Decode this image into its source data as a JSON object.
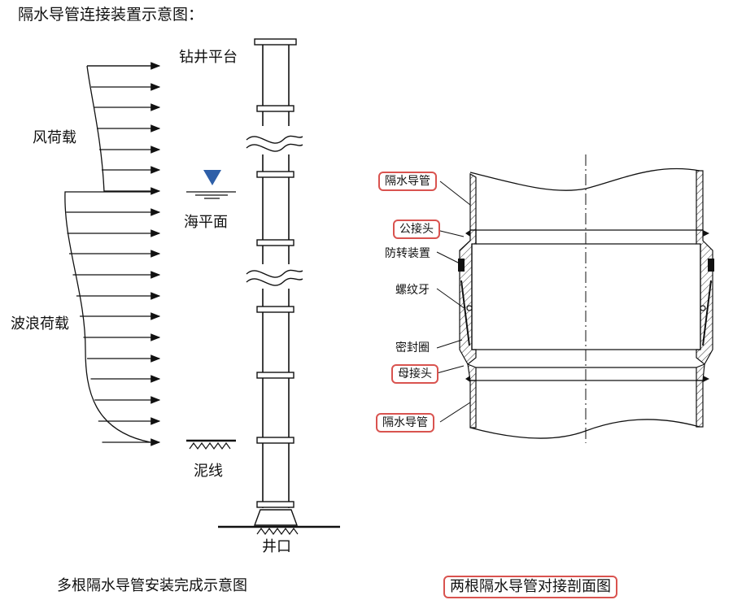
{
  "title": "隔水导管连接装置示意图：",
  "left": {
    "platform": "钻井平台",
    "wind_load": "风荷载",
    "sea_level": "海平面",
    "wave_load": "波浪荷载",
    "mudline": "泥线",
    "wellhead": "井口",
    "caption": "多根隔水导管安装完成示意图"
  },
  "right": {
    "riser_top": "隔水导管",
    "male_joint": "公接头",
    "anti_rotation": "防转装置",
    "thread": "螺纹牙",
    "seal_ring": "密封圈",
    "female_joint": "母接头",
    "riser_bottom": "隔水导管",
    "caption": "两根隔水导管对接剖面图"
  },
  "colors": {
    "highlight_box": "#d9534f",
    "water_marker": "#2e5fa8",
    "ink": "#111111"
  }
}
